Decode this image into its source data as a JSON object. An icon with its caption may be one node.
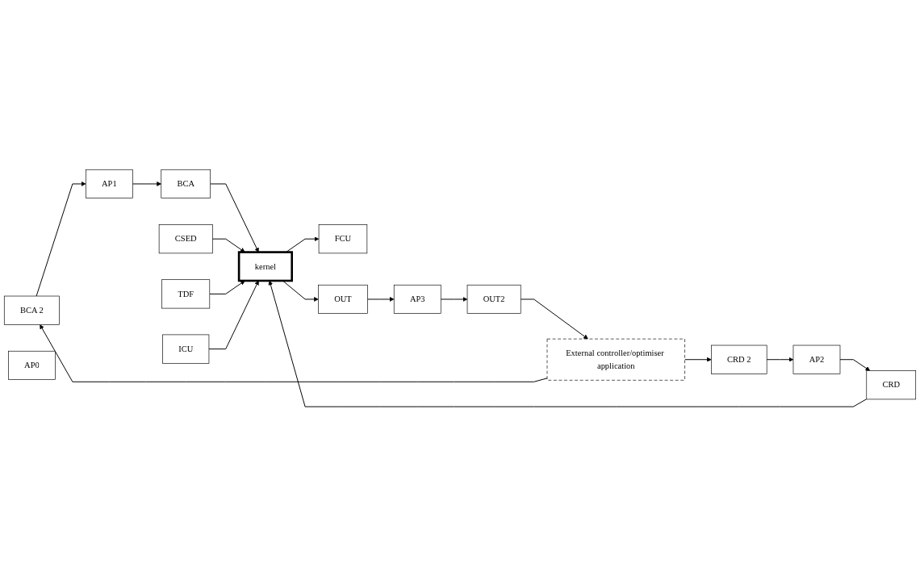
{
  "diagram": {
    "nodes": [
      {
        "text": [
          "BCA 2"
        ]
      },
      {
        "text": [
          "AP1"
        ]
      },
      {
        "text": [
          "BCA"
        ]
      },
      {
        "text": [
          "kernel"
        ]
      },
      {
        "text": [
          "FCU"
        ]
      },
      {
        "text": [
          "CRD 2"
        ]
      },
      {
        "text": [
          "AP2"
        ]
      },
      {
        "text": [
          "CRD"
        ]
      },
      {
        "text": [
          "OUT"
        ]
      },
      {
        "text": [
          "CSED"
        ]
      },
      {
        "text": [
          "AP3"
        ]
      },
      {
        "text": [
          "TDF"
        ]
      },
      {
        "text": [
          "OUT2"
        ]
      },
      {
        "text": [
          "ICU"
        ]
      },
      {
        "text": [
          "AP0"
        ]
      },
      {
        "text": [
          "External controller/optimiser application"
        ]
      }
    ],
    "edges": [
      {
        "from": 0,
        "to": 1,
        "arrow": "to"
      },
      {
        "from": 1,
        "to": 2,
        "arrow": "to"
      },
      {
        "from": 2,
        "to": 3,
        "arrow": "to"
      },
      {
        "from": 3,
        "to": 4,
        "arrow": "to"
      },
      {
        "from": 3,
        "to": 8,
        "arrow": "to"
      },
      {
        "from": 5,
        "to": 6,
        "arrow": "to"
      },
      {
        "from": 6,
        "to": 7,
        "arrow": "to"
      },
      {
        "from": 7,
        "to": 3,
        "arrow": "to"
      },
      {
        "from": 9,
        "to": 3,
        "arrow": "to"
      },
      {
        "from": 11,
        "to": 3,
        "arrow": "to"
      },
      {
        "from": 13,
        "to": 3,
        "arrow": "to"
      },
      {
        "from": 8,
        "to": 10,
        "arrow": "to"
      },
      {
        "from": 10,
        "to": 12,
        "arrow": "to"
      },
      {
        "from": 12,
        "to": 15,
        "arrow": "to"
      },
      {
        "from": 15,
        "to": 5,
        "arrow": "to"
      },
      {
        "from": 15,
        "to": 0,
        "arrow": "to"
      }
    ]
  }
}
